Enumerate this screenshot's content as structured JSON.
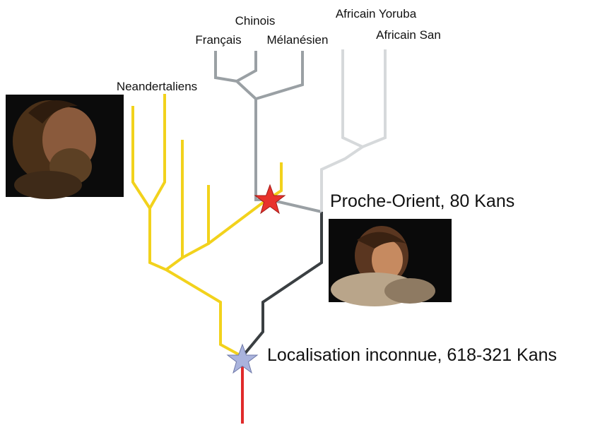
{
  "labels": {
    "neandertaliens": "Neandertaliens",
    "chinois": "Chinois",
    "francais": "Français",
    "melanesien": "Mélanésien",
    "africain_yoruba": "Africain Yoruba",
    "africain_san": "Africain San",
    "proche_orient": "Proche-Orient, 80 Kans",
    "localisation": "Localisation inconnue, 618-321 Kans"
  },
  "colors": {
    "neandertal_branch": "#f2d21c",
    "modern_branch_gray": "#9aa0a4",
    "african_branch_light": "#d6d9db",
    "ancestral_dark": "#3a3f42",
    "root_red": "#e02a2a",
    "star_red": "#e8322c",
    "star_blue": "#a9b3dd"
  },
  "icons": {
    "star_event_1": "star-icon",
    "star_event_2": "star-icon"
  },
  "images": {
    "neandertal_portrait": "neanderthal-man-portrait",
    "modern_human_portrait": "woman-in-fur-portrait"
  }
}
